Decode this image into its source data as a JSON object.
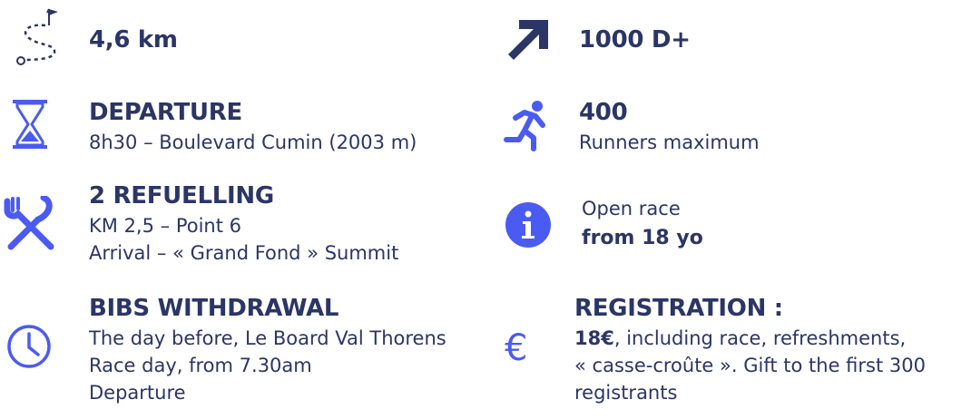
{
  "colors": {
    "text": "#2b3566",
    "accent": "#4b5bf2"
  },
  "left": {
    "distance": {
      "icon": "route-icon",
      "value": "4,6 km"
    },
    "departure": {
      "icon": "hourglass-icon",
      "title": "DEPARTURE",
      "line1": "8h30 – Boulevard Cumin (2003 m)"
    },
    "refuelling": {
      "icon": "fork-knife-icon",
      "title": "2 REFUELLING",
      "line1": "KM 2,5 – Point 6",
      "line2": "Arrival – « Grand Fond » Summit"
    },
    "bibs": {
      "icon": "clock-icon",
      "title": "BIBS WITHDRAWAL",
      "line1": "The day before, Le Board Val Thorens",
      "line2": "Race day, from 7.30am",
      "line3": "Departure"
    }
  },
  "right": {
    "elevation": {
      "icon": "arrow-up-right-icon",
      "value": "1000 D+"
    },
    "runners": {
      "icon": "runner-icon",
      "title": "400",
      "line1": "Runners maximum"
    },
    "open_race": {
      "icon": "info-icon",
      "line1": "Open race",
      "line2": "from 18 yo"
    },
    "registration": {
      "icon": "euro-icon",
      "title": "REGISTRATION :",
      "price": "18€",
      "line1_rest": ", including race, refreshments,",
      "line2": "« casse-croûte ». Gift to the first 300",
      "line3": "registrants"
    }
  }
}
